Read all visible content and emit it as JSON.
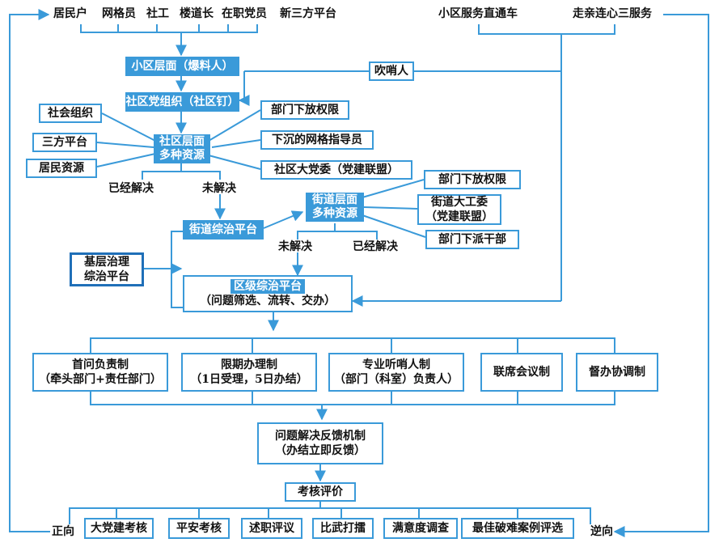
{
  "top_left": {
    "items": [
      "居民户",
      "网格员",
      "社工",
      "楼道长",
      "在职党员",
      "新三方平台"
    ]
  },
  "top_right": {
    "items": [
      "小区服务直通车",
      "走亲连心三服务"
    ]
  },
  "community_layer": {
    "xiaoqu": "小区层面（爆料人）",
    "party_org": "社区党组织（社区钉）",
    "whistle": "吹哨人",
    "center_line1": "社区层面",
    "center_line2": "多种资源",
    "left_nodes": [
      "社会组织",
      "三方平台",
      "居民资源"
    ],
    "right_nodes": [
      "部门下放权限",
      "下沉的网格指导员",
      "社区大党委（党建联盟）"
    ],
    "resolved": "已经解决",
    "unresolved": "未解决"
  },
  "street_layer": {
    "platform": "街道综治平台",
    "center_line1": "街道层面",
    "center_line2": "多种资源",
    "right_nodes": [
      "部门下放权限",
      "街道大工委",
      "（党建联盟）",
      "部门下派干部"
    ],
    "unresolved": "未解决",
    "resolved": "已经解决"
  },
  "grassroots": {
    "line1": "基层治理",
    "line2": "综治平台"
  },
  "district": {
    "title": "区级综治平台",
    "subtitle": "（问题筛选、流转、交办）"
  },
  "mechanisms": [
    {
      "line1": "首问负责制",
      "line2": "（牵头部门+责任部门）"
    },
    {
      "line1": "限期办理制",
      "line2": "（1日受理，5日办结）"
    },
    {
      "line1": "专业听哨人制",
      "line2": "（部门（科室）负责人）"
    },
    {
      "line1": "联席会议制",
      "line2": ""
    },
    {
      "line1": "督办协调制",
      "line2": ""
    }
  ],
  "feedback": {
    "line1": "问题解决反馈机制",
    "line2": "（办结立即反馈）"
  },
  "evaluation": {
    "title": "考核评价",
    "items": [
      "大党建考核",
      "平安考核",
      "述职评议",
      "比武打擂",
      "满意度调查",
      "最佳破难案例评选"
    ],
    "forward": "正向",
    "reverse": "逆向"
  },
  "colors": {
    "accent": "#3a9ad9",
    "dark_border": "#1f6fb8"
  }
}
